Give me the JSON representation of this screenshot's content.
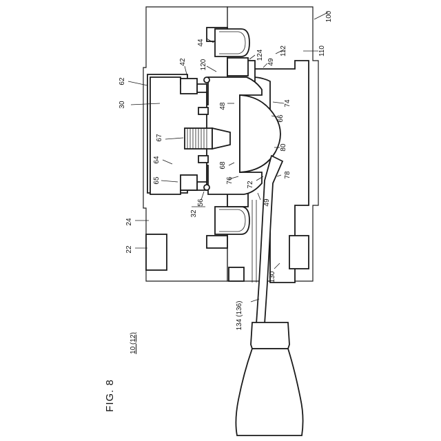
{
  "figure": {
    "title": "FIG. 8",
    "assembly_ref": "10 (12)"
  },
  "labels": [
    {
      "key": "l100",
      "text": "100"
    },
    {
      "key": "l110",
      "text": "110"
    },
    {
      "key": "l112",
      "text": "112"
    },
    {
      "key": "l124",
      "text": "124"
    },
    {
      "key": "l49a",
      "text": "49"
    },
    {
      "key": "l44",
      "text": "44"
    },
    {
      "key": "l120",
      "text": "120"
    },
    {
      "key": "l42",
      "text": "42"
    },
    {
      "key": "l62",
      "text": "62"
    },
    {
      "key": "l30",
      "text": "30"
    },
    {
      "key": "l48",
      "text": "48"
    },
    {
      "key": "l74",
      "text": "74"
    },
    {
      "key": "l66",
      "text": "66"
    },
    {
      "key": "l67",
      "text": "67"
    },
    {
      "key": "l64",
      "text": "64"
    },
    {
      "key": "l68",
      "text": "68"
    },
    {
      "key": "l80",
      "text": "80"
    },
    {
      "key": "l65",
      "text": "65"
    },
    {
      "key": "l76",
      "text": "76"
    },
    {
      "key": "l72",
      "text": "72"
    },
    {
      "key": "l78",
      "text": "78"
    },
    {
      "key": "l56",
      "text": "56"
    },
    {
      "key": "l49b",
      "text": "49"
    },
    {
      "key": "l24",
      "text": "24"
    },
    {
      "key": "l32",
      "text": "32"
    },
    {
      "key": "l22",
      "text": "22"
    },
    {
      "key": "l130",
      "text": "130"
    },
    {
      "key": "l134",
      "text": "134 (136)"
    }
  ]
}
